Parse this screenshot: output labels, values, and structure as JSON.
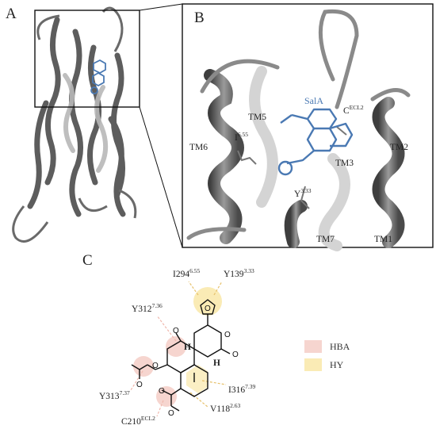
{
  "panels": {
    "a": "A",
    "b": "B",
    "c": "C"
  },
  "helix_labels": {
    "tm5": "TM5",
    "tm6": "TM6",
    "tm2": "TM2",
    "tm3": "TM3",
    "tm7": "TM7",
    "tm1": "TM1"
  },
  "ligand_label": "SalA",
  "residues_b": {
    "i655": {
      "base": "I",
      "sup": "6.55"
    },
    "y333": {
      "base": "Y",
      "sup": "3.33"
    },
    "cecl2": {
      "base": "C",
      "sup": "ECL2"
    }
  },
  "residues_c": {
    "i294": {
      "base": "I294",
      "sup": "6.55"
    },
    "y139": {
      "base": "Y139",
      "sup": "3.33"
    },
    "y312": {
      "base": "Y312",
      "sup": "7.36"
    },
    "y313": {
      "base": "Y313",
      "sup": "7.37"
    },
    "c210": {
      "base": "C210",
      "sup": "ECL2"
    },
    "i316": {
      "base": "I316",
      "sup": "7.39"
    },
    "v118": {
      "base": "V118",
      "sup": "2.63"
    }
  },
  "atom_labels": {
    "h1": "H",
    "h2": "H"
  },
  "legend": [
    {
      "label": "HBA",
      "color": "#f6d5cf"
    },
    {
      "label": "HY",
      "color": "#faebb5"
    }
  ],
  "colors": {
    "helix_dark": "#5a5a5a",
    "helix_light": "#bdbdbd",
    "ligand_blue": "#4a79b3",
    "hba": "#f6d5cf",
    "hy": "#faebb5"
  }
}
